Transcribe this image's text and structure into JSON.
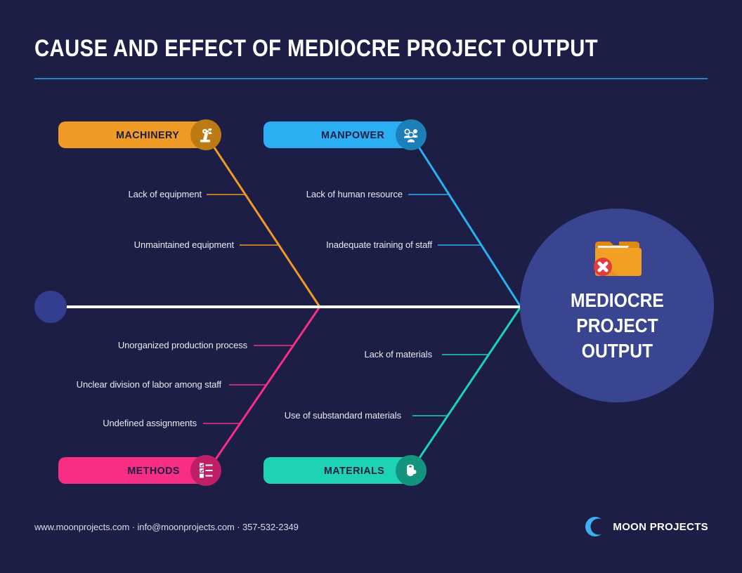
{
  "title": "CAUSE AND EFFECT OF MEDIOCRE PROJECT OUTPUT",
  "effect": {
    "line1": "MEDIOCRE",
    "line2": "PROJECT",
    "line3": "OUTPUT",
    "icon": "broken-folder-icon"
  },
  "branches": [
    {
      "label": "MACHINERY",
      "icon": "robot-arm-icon",
      "color": "#F09A26",
      "circle_color": "#BC7A14",
      "causes": [
        "Lack of equipment",
        "Unmaintained equipment"
      ]
    },
    {
      "label": "MANPOWER",
      "icon": "staff-icon",
      "color": "#29AFF2",
      "circle_color": "#1D7FB8",
      "causes": [
        "Lack of human resource",
        "Inadequate training of staff"
      ]
    },
    {
      "label": "METHODS",
      "icon": "checklist-icon",
      "color": "#F72E84",
      "circle_color": "#BE1F66",
      "causes": [
        "Unorganized production process",
        "Unclear division of labor among staff",
        "Undefined assignments"
      ]
    },
    {
      "label": "MATERIALS",
      "icon": "materials-roll-icon",
      "color": "#1ED3B4",
      "circle_color": "#12947E",
      "causes": [
        "Lack of materials",
        "Use of substandard materials"
      ]
    }
  ],
  "colors": {
    "background": "#1C1E46",
    "spine": "#FFFFFF",
    "effect_circle": "#3A4592",
    "title_rule": "#2E7FC5"
  },
  "footer": {
    "contact": "www.moonprojects.com · info@moonprojects.com · 357-532-2349",
    "brand": "MOON PROJECTS"
  }
}
